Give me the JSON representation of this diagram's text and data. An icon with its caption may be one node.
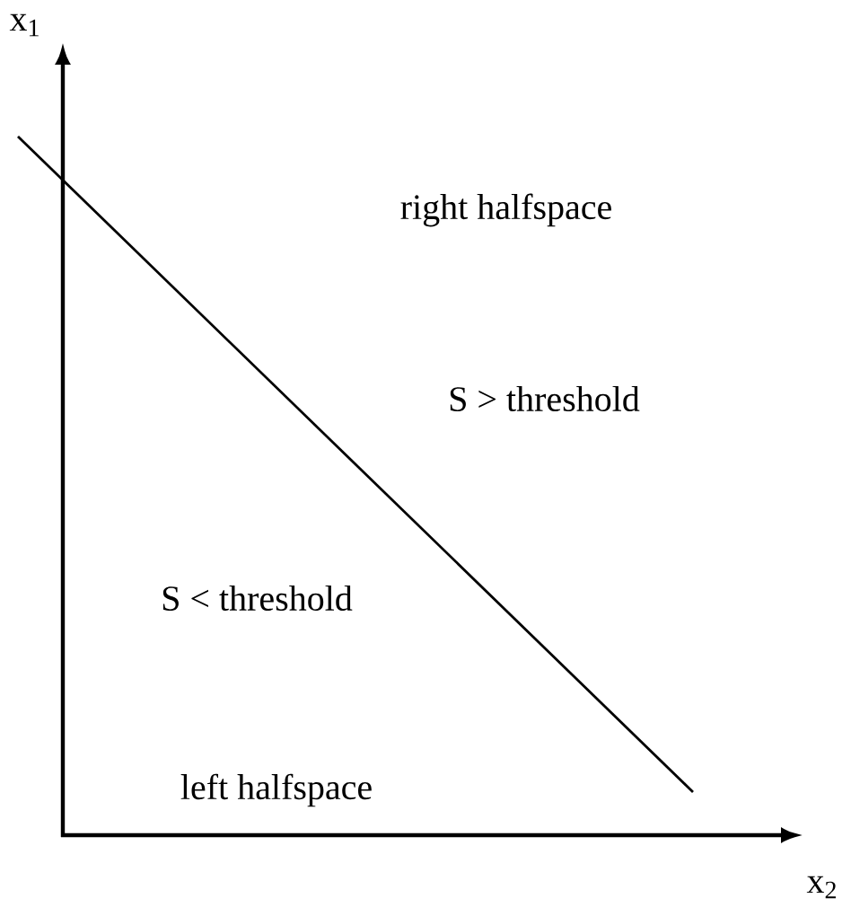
{
  "diagram": {
    "labels": [
      "x$_{1}$",
      "right halfspace",
      "S > threshold",
      "S < threshold",
      "left halfspace",
      "x$_{2}$"
    ]
  }
}
